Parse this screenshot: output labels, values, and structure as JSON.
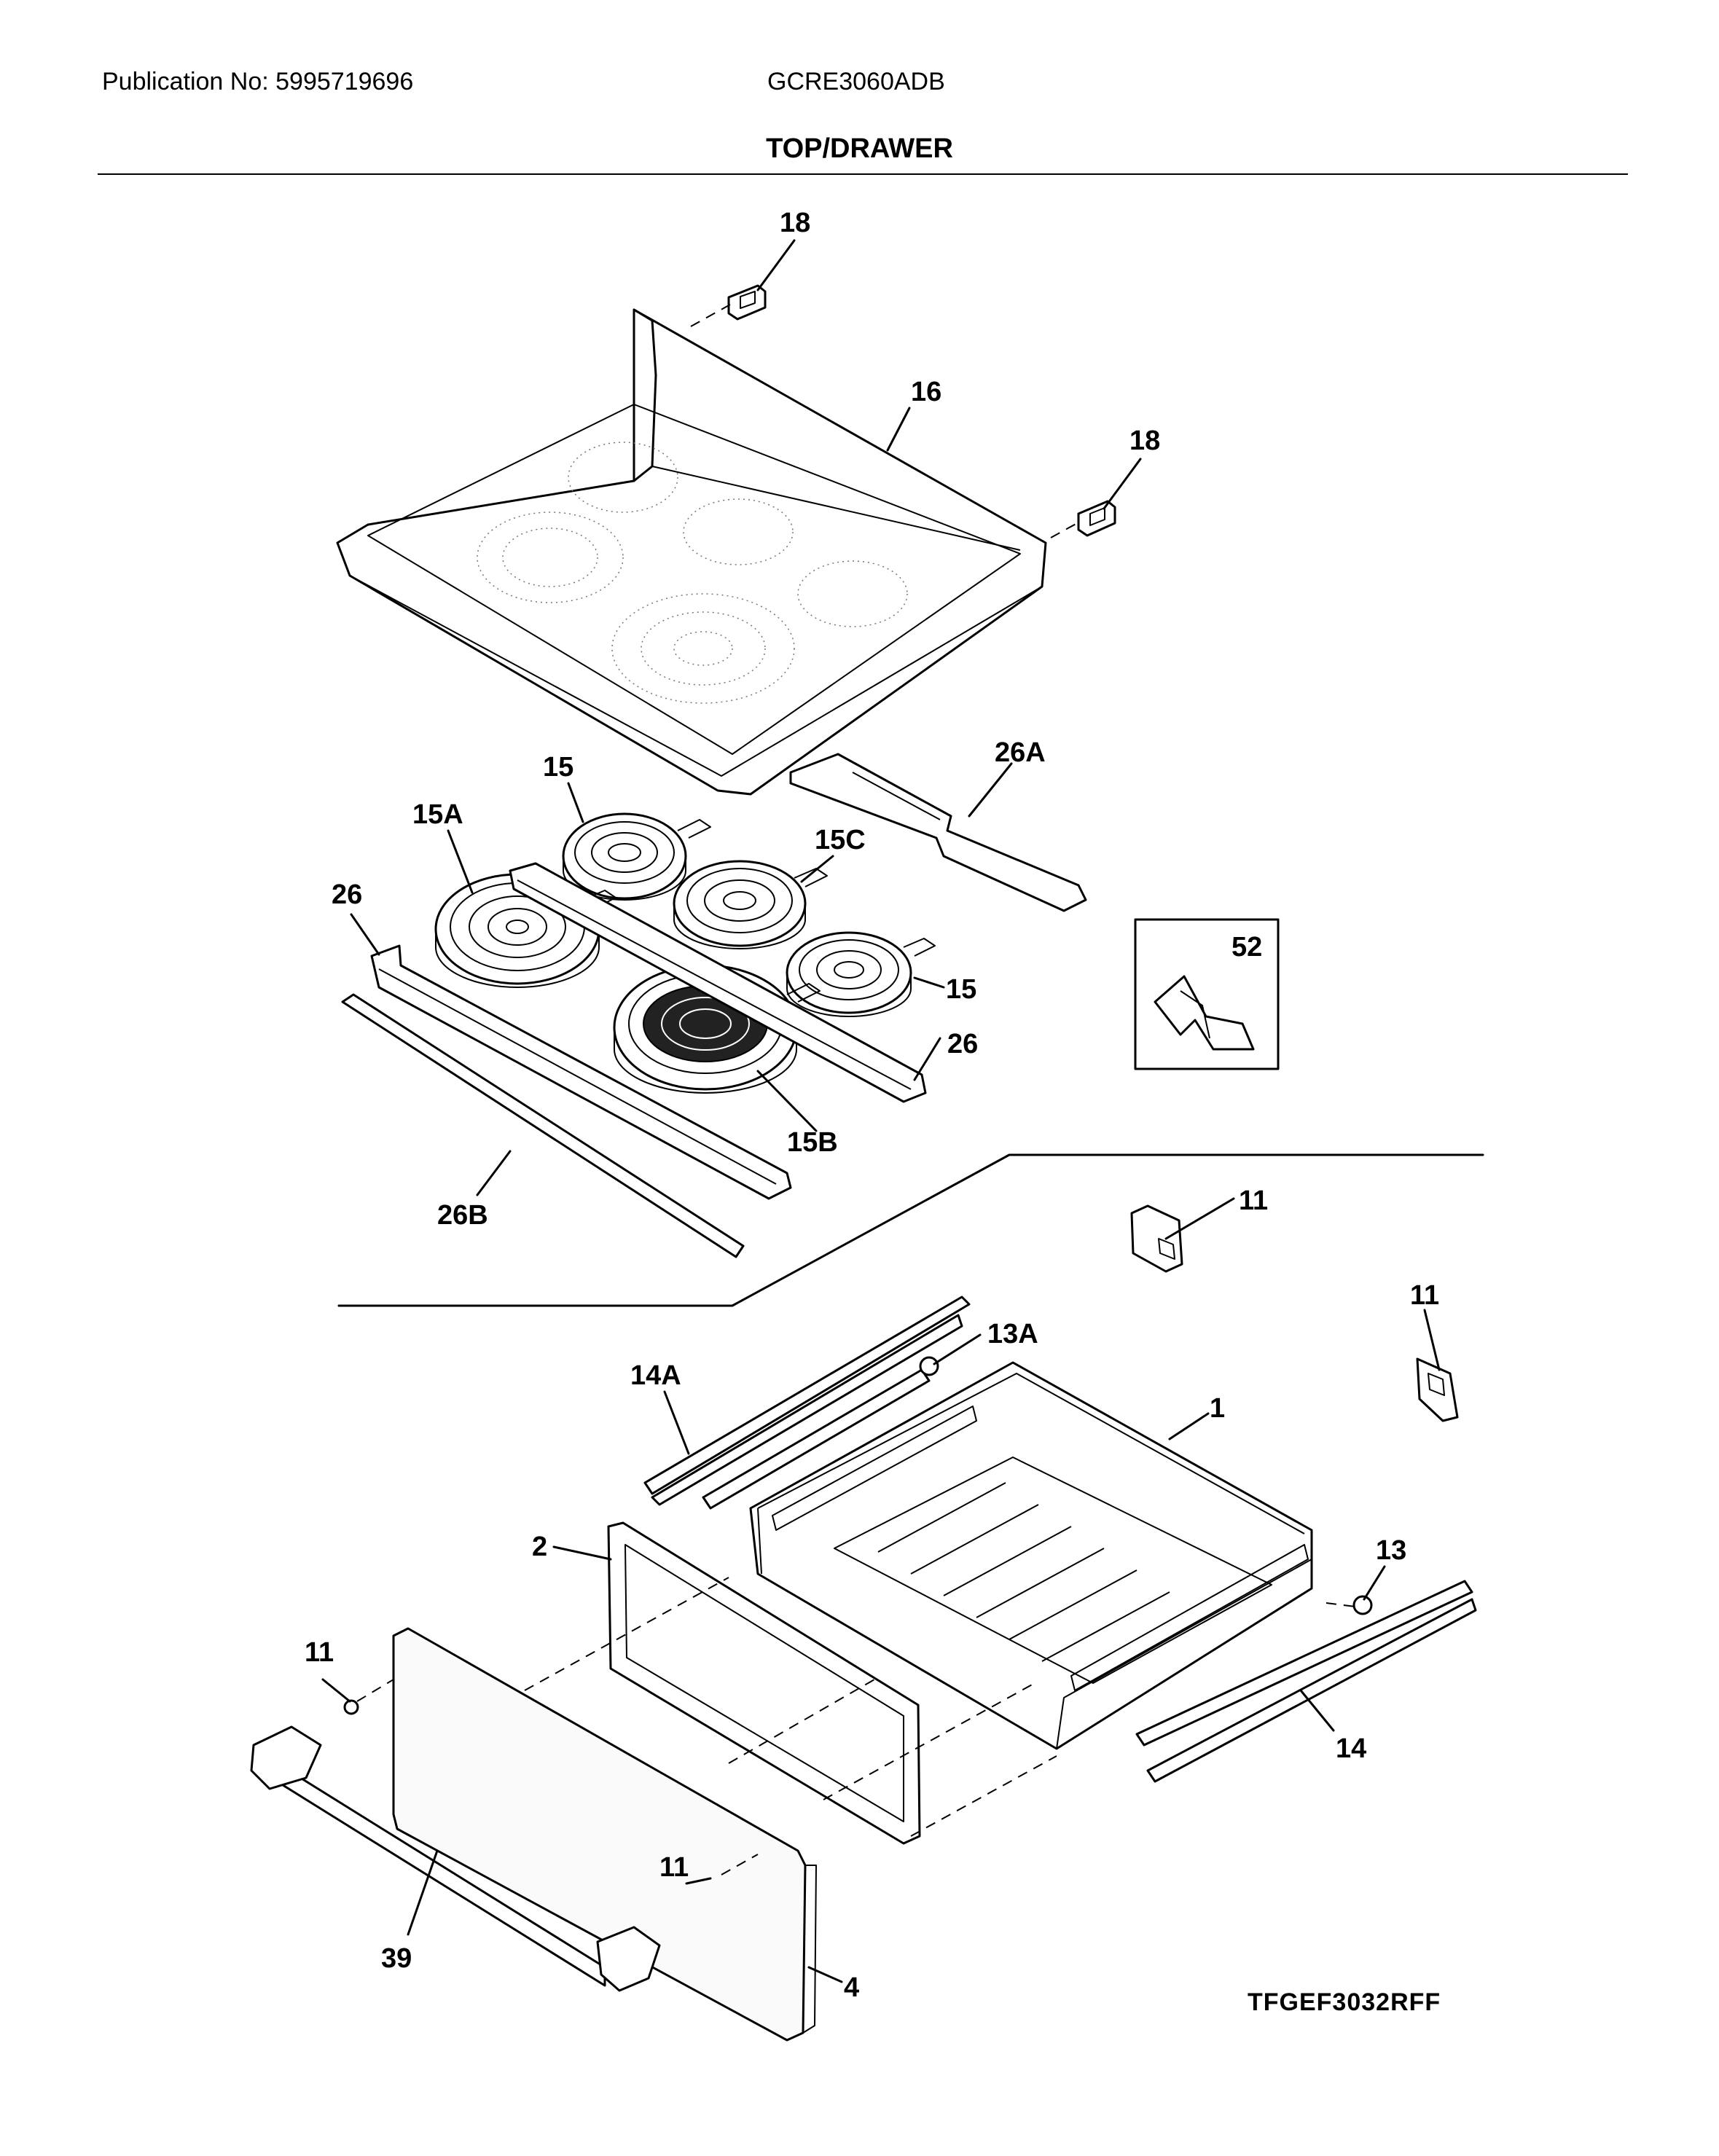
{
  "header": {
    "publication": "Publication No: 5995719696",
    "model": "GCRE3060ADB",
    "section_title": "TOP/DRAWER"
  },
  "footer": {
    "diagram_code": "TFGEF3032RFF"
  },
  "callouts": {
    "c18a": "18",
    "c18b": "18",
    "c16": "16",
    "c15a": "15",
    "c15A": "15A",
    "c15C": "15C",
    "c15b": "15",
    "c15B": "15B",
    "c26a": "26",
    "c26b": "26",
    "c26A": "26A",
    "c26B": "26B",
    "c52": "52",
    "c11a": "11",
    "c11b": "11",
    "c11c": "11",
    "c11d": "11",
    "c13A": "13A",
    "c14A": "14A",
    "c1": "1",
    "c2": "2",
    "c13": "13",
    "c14": "14",
    "c39": "39",
    "c4": "4"
  }
}
